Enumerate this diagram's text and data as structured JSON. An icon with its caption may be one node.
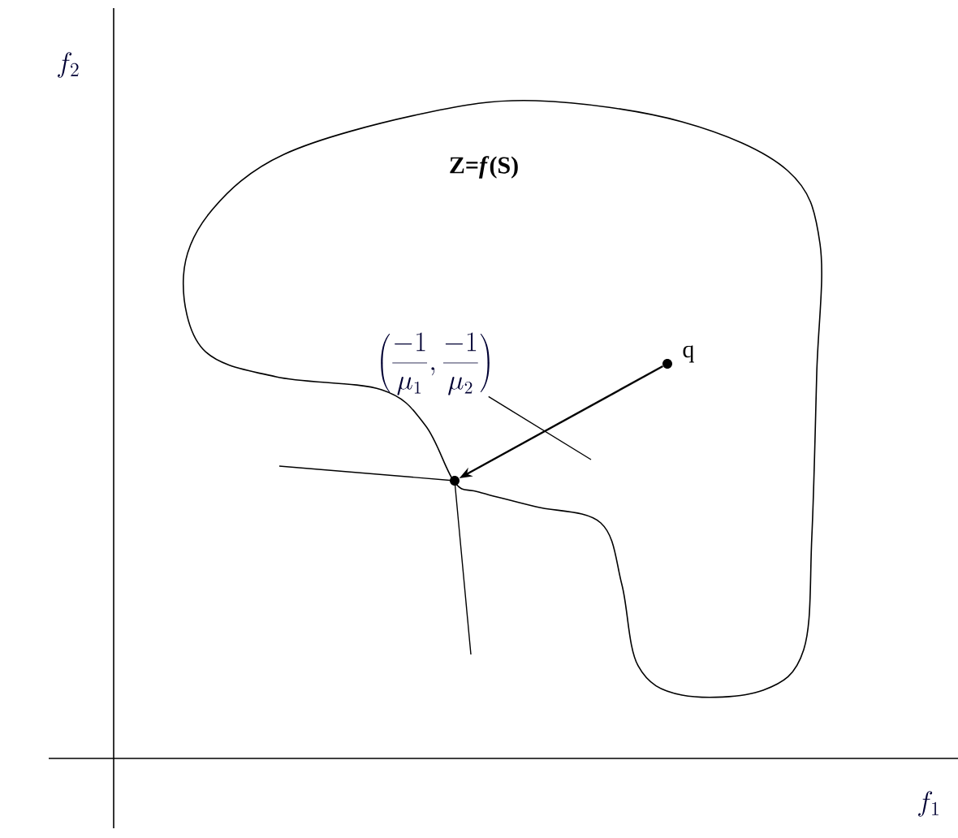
{
  "diagram": {
    "nodes": [
      {
        "text": [
          "Z=*f*(S)"
        ]
      },
      {
        "text": [],
        "shape": "circle",
        "beside": [
          "q"
        ],
        "in": 0
      },
      {
        "text": [],
        "shape": "circle",
        "in": 0
      },
      {
        "text": [
          "\\left(\\frac{-1}{\\mu_1},\\frac{-1}{\\mu_2}\\right)"
        ],
        "in": 0
      }
    ],
    "edges": [
      {
        "from": 1,
        "to": 2,
        "arrow": "to"
      },
      {
        "from": 3,
        "to": null,
        "arrow": "none"
      }
    ],
    "labels": [
      "f_2",
      "f_1"
    ]
  }
}
